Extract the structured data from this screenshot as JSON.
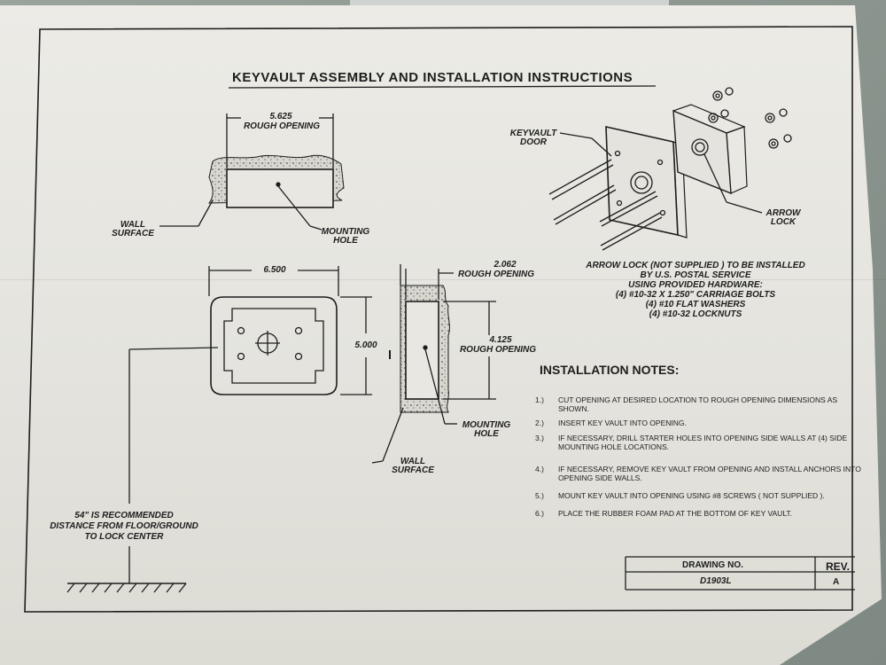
{
  "title": "KEYVAULT ASSEMBLY AND INSTALLATION INSTRUCTIONS",
  "top_view": {
    "dimension": "5.625",
    "dimension_label": "ROUGH OPENING",
    "wall_label_1": "WALL",
    "wall_label_2": "SURFACE",
    "hole_label_1": "MOUNTING",
    "hole_label_2": "HOLE"
  },
  "front_view": {
    "width": "6.500",
    "height": "5.000"
  },
  "side_view": {
    "depth": "2.062",
    "depth_label": "ROUGH OPENING",
    "height": "4.125",
    "height_label": "ROUGH OPENING",
    "hole_label_1": "MOUNTING",
    "hole_label_2": "HOLE",
    "wall_label_1": "WALL",
    "wall_label_2": "SURFACE"
  },
  "floor_note": [
    "54\" IS RECOMMENDED",
    "DISTANCE FROM FLOOR/GROUND",
    "TO LOCK CENTER"
  ],
  "exploded": {
    "door_label_1": "KEYVAULT",
    "door_label_2": "DOOR",
    "lock_label_1": "ARROW",
    "lock_label_2": "LOCK"
  },
  "arrow_lock_text": [
    "ARROW LOCK (NOT SUPPLIED ) TO BE INSTALLED",
    "BY U.S. POSTAL SERVICE",
    "USING PROVIDED HARDWARE:",
    "(4) #10-32 X 1.250\" CARRIAGE BOLTS",
    "(4) #10 FLAT WASHERS",
    "(4) #10-32 LOCKNUTS"
  ],
  "installation_notes": {
    "heading": "INSTALLATION NOTES:",
    "items": [
      {
        "num": "1.)",
        "text": "CUT OPENING AT DESIRED LOCATION TO ROUGH OPENING DIMENSIONS AS SHOWN."
      },
      {
        "num": "2.)",
        "text": "INSERT KEY VAULT INTO OPENING."
      },
      {
        "num": "3.)",
        "text": "IF NECESSARY, DRILL STARTER HOLES INTO OPENING SIDE WALLS AT (4) SIDE MOUNTING HOLE LOCATIONS."
      },
      {
        "num": "4.)",
        "text": "IF NECESSARY, REMOVE KEY VAULT FROM OPENING AND INSTALL ANCHORS INTO OPENING SIDE WALLS."
      },
      {
        "num": "5.)",
        "text": "MOUNT KEY VAULT INTO OPENING USING #8 SCREWS ( NOT SUPPLIED )."
      },
      {
        "num": "6.)",
        "text": "PLACE THE RUBBER FOAM PAD AT THE BOTTOM OF KEY VAULT."
      }
    ]
  },
  "title_block": {
    "drawing_label": "DRAWING NO.",
    "drawing_number": "D1903L",
    "rev_label": "REV.",
    "rev_value": "A"
  }
}
